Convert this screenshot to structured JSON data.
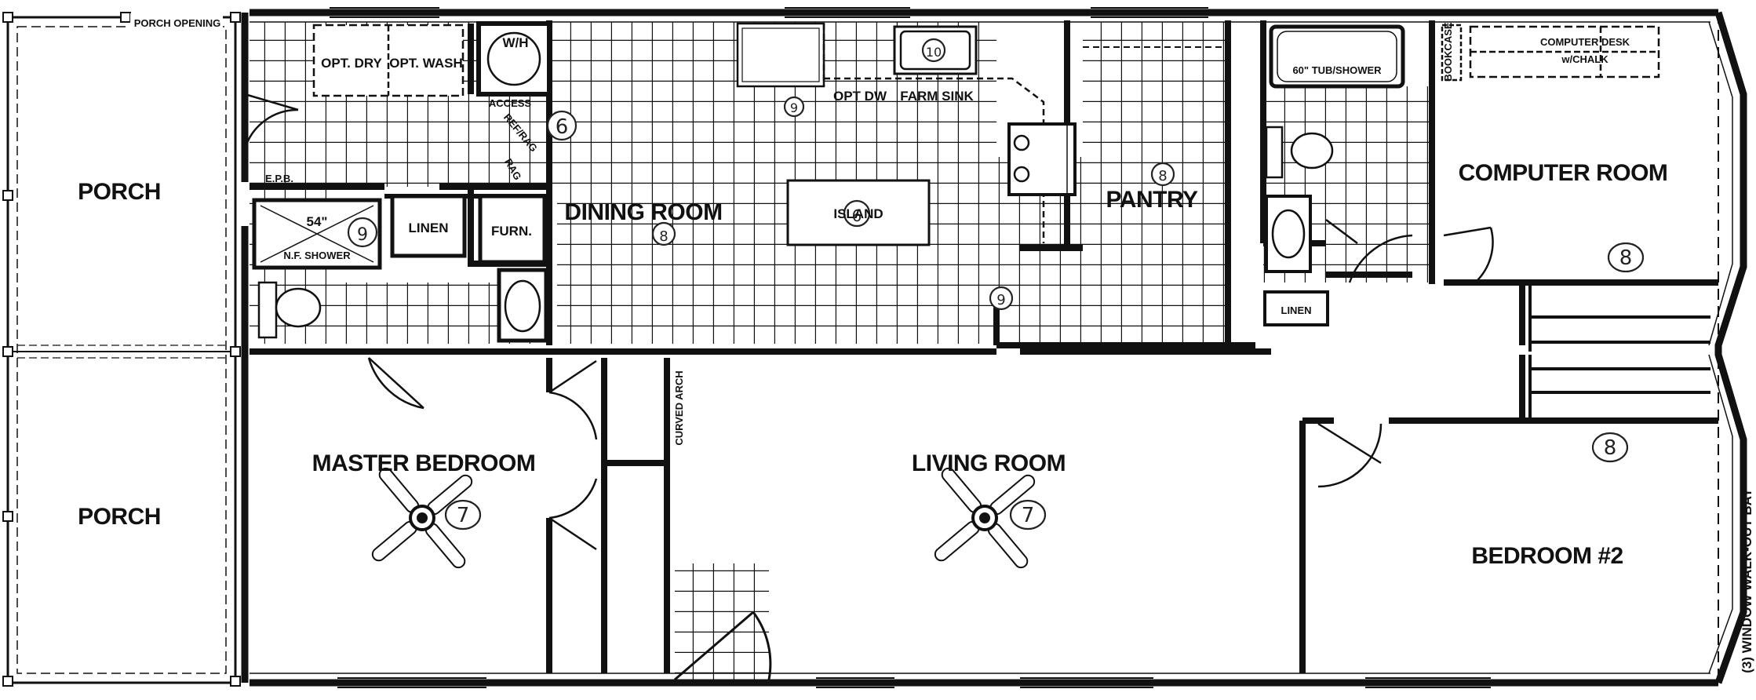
{
  "labels": {
    "porch_opening": "PORCH OPENING",
    "porch_top": "PORCH",
    "porch_bottom": "PORCH",
    "opt_dry": "OPT. DRY",
    "opt_wash": "OPT. WASH",
    "wh": "W/H",
    "access": "ACCESS",
    "ref_rag": "REF/RAG",
    "rag": "RAG",
    "epb": "E.P.B.",
    "shower_size": "54\"",
    "nf_shower": "N.F. SHOWER",
    "linen_1": "LINEN",
    "furn": "FURN.",
    "dining_room": "DINING ROOM",
    "island": "ISLAND",
    "opt_dw": "OPT DW",
    "farm_sink": "FARM SINK",
    "pantry": "PANTRY",
    "tub_shower": "60\" TUB/SHOWER",
    "bookcase": "BOOKCASE",
    "computer_desk": "COMPUTER DESK",
    "computer_desk_2": "w/CHALK",
    "computer_room": "COMPUTER ROOM",
    "linen_2": "LINEN",
    "curved_arch": "CURVED ARCH",
    "master_bedroom": "MASTER BEDROOM",
    "living_room": "LIVING ROOM",
    "bedroom_2": "BEDROOM #2",
    "window_bay": "(3) WINDOW WALK-OUT BAY"
  },
  "annotations": {
    "n6_laundry": "6",
    "n9_shower": "9",
    "n8_dining": "8",
    "n6_island": "6",
    "n10_sink": "10",
    "n9_kitchen": "9",
    "n8_pantry": "8",
    "n9_fridge": "9",
    "n8_computer": "8",
    "n8_bedroom": "8",
    "n7_master": "7",
    "n7_living": "7"
  },
  "colors": {
    "ink": "#111111",
    "paper": "#ffffff"
  }
}
